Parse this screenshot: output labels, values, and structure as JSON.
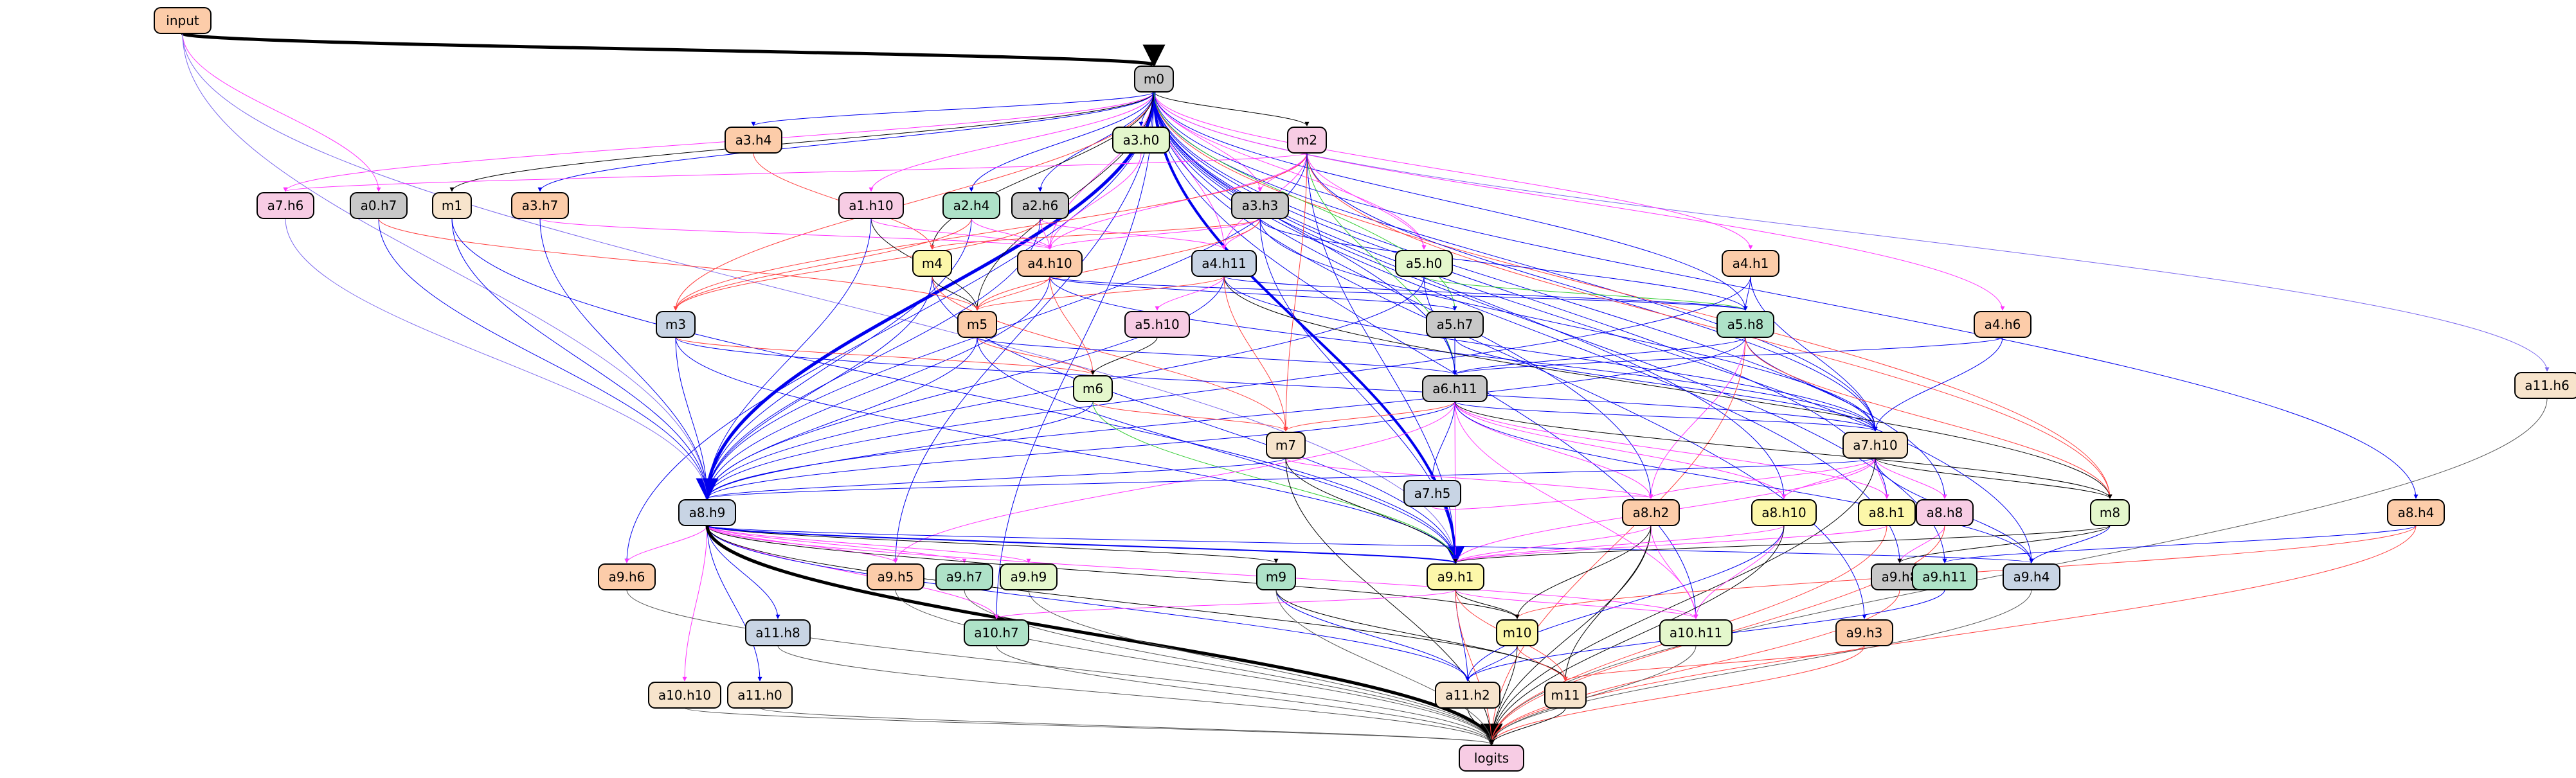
{
  "colors": {
    "peach": "#fccca9",
    "gray": "#c8c8c8",
    "pink": "#f7cce4",
    "tan": "#f7e4cc",
    "mint": "#aee2c8",
    "lightgreen": "#e4f7cc",
    "yellow": "#fcf7a9",
    "steel": "#c8d4e4",
    "blue": "#0000ee",
    "violet": "#7b68ee",
    "magenta": "#ff33ff",
    "red": "#ff4040",
    "green": "#33cc33",
    "darkgray": "#555555",
    "black": "#000000"
  },
  "nodes": [
    {
      "id": "input",
      "label": "input",
      "color": "peach"
    },
    {
      "id": "m0",
      "label": "m0",
      "color": "gray"
    },
    {
      "id": "a3h4",
      "label": "a3.h4",
      "color": "peach"
    },
    {
      "id": "a3h0",
      "label": "a3.h0",
      "color": "lightgreen"
    },
    {
      "id": "m2",
      "label": "m2",
      "color": "pink"
    },
    {
      "id": "a11h6",
      "label": "a11.h6",
      "color": "tan"
    },
    {
      "id": "a7h6",
      "label": "a7.h6",
      "color": "pink"
    },
    {
      "id": "a0h7",
      "label": "a0.h7",
      "color": "gray"
    },
    {
      "id": "m1",
      "label": "m1",
      "color": "tan"
    },
    {
      "id": "a3h7",
      "label": "a3.h7",
      "color": "peach"
    },
    {
      "id": "a1h10",
      "label": "a1.h10",
      "color": "pink"
    },
    {
      "id": "a2h4",
      "label": "a2.h4",
      "color": "mint"
    },
    {
      "id": "a2h6",
      "label": "a2.h6",
      "color": "gray"
    },
    {
      "id": "a3h3",
      "label": "a3.h3",
      "color": "gray"
    },
    {
      "id": "a5h0",
      "label": "a5.h0",
      "color": "lightgreen"
    },
    {
      "id": "a4h1",
      "label": "a4.h1",
      "color": "peach"
    },
    {
      "id": "m4",
      "label": "m4",
      "color": "yellow"
    },
    {
      "id": "a4h10",
      "label": "a4.h10",
      "color": "peach"
    },
    {
      "id": "a4h11",
      "label": "a4.h11",
      "color": "steel"
    },
    {
      "id": "m3",
      "label": "m3",
      "color": "steel"
    },
    {
      "id": "m5",
      "label": "m5",
      "color": "peach"
    },
    {
      "id": "a5h10",
      "label": "a5.h10",
      "color": "pink"
    },
    {
      "id": "a5h7",
      "label": "a5.h7",
      "color": "gray"
    },
    {
      "id": "a5h8",
      "label": "a5.h8",
      "color": "mint"
    },
    {
      "id": "a4h6",
      "label": "a4.h6",
      "color": "peach"
    },
    {
      "id": "m6",
      "label": "m6",
      "color": "lightgreen"
    },
    {
      "id": "a6h11",
      "label": "a6.h11",
      "color": "gray"
    },
    {
      "id": "m7",
      "label": "m7",
      "color": "tan"
    },
    {
      "id": "a7h5",
      "label": "a7.h5",
      "color": "steel"
    },
    {
      "id": "a7h10",
      "label": "a7.h10",
      "color": "tan"
    },
    {
      "id": "a8h9",
      "label": "a8.h9",
      "color": "steel"
    },
    {
      "id": "a8h2",
      "label": "a8.h2",
      "color": "peach"
    },
    {
      "id": "a8h10",
      "label": "a8.h10",
      "color": "yellow"
    },
    {
      "id": "a8h1",
      "label": "a8.h1",
      "color": "yellow"
    },
    {
      "id": "a8h8",
      "label": "a8.h8",
      "color": "pink"
    },
    {
      "id": "m8",
      "label": "m8",
      "color": "lightgreen"
    },
    {
      "id": "a8h4",
      "label": "a8.h4",
      "color": "peach"
    },
    {
      "id": "a9h6",
      "label": "a9.h6",
      "color": "peach"
    },
    {
      "id": "a9h5",
      "label": "a9.h5",
      "color": "peach"
    },
    {
      "id": "a9h7",
      "label": "a9.h7",
      "color": "mint"
    },
    {
      "id": "a9h9",
      "label": "a9.h9",
      "color": "lightgreen"
    },
    {
      "id": "m9",
      "label": "m9",
      "color": "mint"
    },
    {
      "id": "a9h1",
      "label": "a9.h1",
      "color": "yellow"
    },
    {
      "id": "a9h8",
      "label": "a9.h8",
      "color": "gray"
    },
    {
      "id": "a9h11",
      "label": "a9.h11",
      "color": "mint"
    },
    {
      "id": "a9h4",
      "label": "a9.h4",
      "color": "steel"
    },
    {
      "id": "a11h8",
      "label": "a11.h8",
      "color": "steel"
    },
    {
      "id": "a10h7",
      "label": "a10.h7",
      "color": "mint"
    },
    {
      "id": "m10",
      "label": "m10",
      "color": "yellow"
    },
    {
      "id": "a10h11",
      "label": "a10.h11",
      "color": "lightgreen"
    },
    {
      "id": "a9h3",
      "label": "a9.h3",
      "color": "peach"
    },
    {
      "id": "a10h10",
      "label": "a10.h10",
      "color": "tan"
    },
    {
      "id": "a11h0",
      "label": "a11.h0",
      "color": "tan"
    },
    {
      "id": "a11h2",
      "label": "a11.h2",
      "color": "tan"
    },
    {
      "id": "m11",
      "label": "m11",
      "color": "tan"
    },
    {
      "id": "logits",
      "label": "logits",
      "color": "pink"
    }
  ],
  "edges": [
    [
      "input",
      "m0",
      "black",
      5
    ],
    [
      "input",
      "a0h7",
      "magenta",
      1
    ],
    [
      "input",
      "a8h9",
      "violet",
      1
    ],
    [
      "input",
      "a9h1",
      "violet",
      1
    ],
    [
      "m0",
      "a3h4",
      "blue",
      1
    ],
    [
      "m0",
      "a3h0",
      "blue",
      1
    ],
    [
      "m0",
      "m2",
      "black",
      1
    ],
    [
      "m0",
      "a11h6",
      "violet",
      1
    ],
    [
      "m0",
      "a7h6",
      "magenta",
      1
    ],
    [
      "m0",
      "m1",
      "black",
      1
    ],
    [
      "m0",
      "a3h7",
      "blue",
      1
    ],
    [
      "m0",
      "a1h10",
      "magenta",
      1
    ],
    [
      "m0",
      "a2h4",
      "blue",
      1
    ],
    [
      "m0",
      "a2h6",
      "blue",
      1
    ],
    [
      "m0",
      "a3h3",
      "magenta",
      1
    ],
    [
      "m0",
      "a5h0",
      "magenta",
      1
    ],
    [
      "m0",
      "a4h1",
      "magenta",
      1
    ],
    [
      "m0",
      "a4h10",
      "magenta",
      1
    ],
    [
      "m0",
      "a4h11",
      "magenta",
      1
    ],
    [
      "m0",
      "m3",
      "red",
      1
    ],
    [
      "m0",
      "a5h8",
      "blue",
      1
    ],
    [
      "m0",
      "a4h6",
      "magenta",
      1
    ],
    [
      "m0",
      "a6h11",
      "blue",
      1
    ],
    [
      "m0",
      "a7h10",
      "blue",
      1
    ],
    [
      "m0",
      "a8h9",
      "blue",
      5
    ],
    [
      "m0",
      "a8h2",
      "blue",
      1
    ],
    [
      "m0",
      "a8h10",
      "blue",
      1
    ],
    [
      "m0",
      "a8h1",
      "blue",
      1
    ],
    [
      "m0",
      "a8h8",
      "blue",
      1
    ],
    [
      "m0",
      "m8",
      "red",
      1
    ],
    [
      "m0",
      "a8h4",
      "blue",
      1
    ],
    [
      "m0",
      "a9h6",
      "blue",
      1
    ],
    [
      "m0",
      "a9h5",
      "blue",
      1
    ],
    [
      "m0",
      "a9h1",
      "blue",
      4
    ],
    [
      "m0",
      "a9h8",
      "blue",
      1
    ],
    [
      "m0",
      "a9h11",
      "blue",
      1
    ],
    [
      "m0",
      "a9h4",
      "blue",
      1
    ],
    [
      "m0",
      "a10h7",
      "blue",
      1
    ],
    [
      "m0",
      "a10h11",
      "blue",
      1
    ],
    [
      "m0",
      "a9h3",
      "blue",
      1
    ],
    [
      "m0",
      "m4",
      "black",
      1
    ],
    [
      "m0",
      "m5",
      "black",
      1
    ],
    [
      "m0",
      "a5h7",
      "green",
      1
    ],
    [
      "a3h4",
      "m4",
      "red",
      1
    ],
    [
      "a3h0",
      "a4h10",
      "magenta",
      1
    ],
    [
      "m2",
      "a3h3",
      "magenta",
      1
    ],
    [
      "m2",
      "a4h10",
      "magenta",
      1
    ],
    [
      "m2",
      "a4h11",
      "magenta",
      1
    ],
    [
      "m2",
      "a5h0",
      "magenta",
      1
    ],
    [
      "m2",
      "m3",
      "red",
      1
    ],
    [
      "m2",
      "a6h11",
      "green",
      1
    ],
    [
      "m2",
      "a7h10",
      "blue",
      1
    ],
    [
      "m2",
      "m8",
      "red",
      1
    ],
    [
      "m2",
      "a8h9",
      "blue",
      1
    ],
    [
      "m2",
      "m7",
      "red",
      1
    ],
    [
      "m2",
      "a9h1",
      "blue",
      1
    ],
    [
      "m2",
      "a7h6",
      "magenta",
      1
    ],
    [
      "a11h6",
      "logits",
      "darkgray",
      1
    ],
    [
      "a7h6",
      "a8h9",
      "violet",
      1
    ],
    [
      "a0h7",
      "a8h9",
      "blue",
      1
    ],
    [
      "a0h7",
      "m5",
      "red",
      1
    ],
    [
      "m1",
      "a8h9",
      "blue",
      1
    ],
    [
      "m1",
      "a9h1",
      "blue",
      1
    ],
    [
      "a3h7",
      "a8h9",
      "blue",
      1
    ],
    [
      "a3h7",
      "a4h10",
      "magenta",
      1
    ],
    [
      "a1h10",
      "a4h10",
      "magenta",
      1
    ],
    [
      "a1h10",
      "m5",
      "black",
      1
    ],
    [
      "a1h10",
      "a8h9",
      "blue",
      1
    ],
    [
      "a2h4",
      "a4h10",
      "magenta",
      1
    ],
    [
      "a2h4",
      "a8h9",
      "blue",
      1
    ],
    [
      "a2h4",
      "m3",
      "red",
      1
    ],
    [
      "a2h6",
      "a4h10",
      "magenta",
      1
    ],
    [
      "a2h6",
      "a4h11",
      "magenta",
      1
    ],
    [
      "a2h6",
      "m3",
      "red",
      1
    ],
    [
      "a2h6",
      "a8h9",
      "blue",
      1
    ],
    [
      "a3h3",
      "m4",
      "red",
      1
    ],
    [
      "a3h3",
      "a4h10",
      "magenta",
      1
    ],
    [
      "a3h3",
      "a4h11",
      "magenta",
      1
    ],
    [
      "a3h3",
      "m5",
      "red",
      1
    ],
    [
      "a3h3",
      "a5h8",
      "blue",
      1
    ],
    [
      "a3h3",
      "a7h10",
      "blue",
      1
    ],
    [
      "a3h3",
      "a9h1",
      "blue",
      1
    ],
    [
      "a5h0",
      "a5h8",
      "green",
      1
    ],
    [
      "a5h0",
      "a6h11",
      "blue",
      1
    ],
    [
      "a5h0",
      "a8h9",
      "blue",
      1
    ],
    [
      "a4h1",
      "a5h8",
      "blue",
      1
    ],
    [
      "a4h1",
      "a7h10",
      "blue",
      1
    ],
    [
      "a4h1",
      "a8h9",
      "blue",
      1
    ],
    [
      "m4",
      "m5",
      "black",
      1
    ],
    [
      "m4",
      "a8h9",
      "blue",
      1
    ],
    [
      "m4",
      "a9h1",
      "blue",
      1
    ],
    [
      "m4",
      "m7",
      "red",
      1
    ],
    [
      "a4h10",
      "m5",
      "red",
      1
    ],
    [
      "a4h10",
      "a5h7",
      "blue",
      1
    ],
    [
      "a4h10",
      "a5h8",
      "blue",
      1
    ],
    [
      "a4h10",
      "a8h9",
      "blue",
      1
    ],
    [
      "a4h10",
      "a7h10",
      "blue",
      1
    ],
    [
      "a4h10",
      "m6",
      "red",
      1
    ],
    [
      "a4h11",
      "m5",
      "red",
      1
    ],
    [
      "a4h11",
      "a5h10",
      "magenta",
      1
    ],
    [
      "a4h11",
      "a5h8",
      "blue",
      1
    ],
    [
      "a4h11",
      "a7h10",
      "blue",
      1
    ],
    [
      "a4h11",
      "a8h9",
      "blue",
      1
    ],
    [
      "a4h11",
      "m8",
      "black",
      1
    ],
    [
      "a4h11",
      "m7",
      "red",
      1
    ],
    [
      "m3",
      "m6",
      "red",
      1
    ],
    [
      "m3",
      "a8h9",
      "blue",
      1
    ],
    [
      "m3",
      "a9h1",
      "blue",
      1
    ],
    [
      "m3",
      "a7h10",
      "blue",
      1
    ],
    [
      "m5",
      "m6",
      "red",
      1
    ],
    [
      "m5",
      "a6h11",
      "blue",
      1
    ],
    [
      "m5",
      "a8h9",
      "blue",
      1
    ],
    [
      "m5",
      "a9h1",
      "blue",
      1
    ],
    [
      "a5h10",
      "m6",
      "black",
      1
    ],
    [
      "a5h7",
      "a6h11",
      "blue",
      1
    ],
    [
      "a5h7",
      "a7h10",
      "blue",
      1
    ],
    [
      "a5h8",
      "a6h11",
      "blue",
      1
    ],
    [
      "a5h8",
      "a7h10",
      "blue",
      1
    ],
    [
      "a5h8",
      "a8h2",
      "magenta",
      1
    ],
    [
      "a5h8",
      "a8h9",
      "blue",
      1
    ],
    [
      "a5h8",
      "m8",
      "red",
      1
    ],
    [
      "a5h8",
      "logits",
      "red",
      1
    ],
    [
      "a4h6",
      "a6h11",
      "blue",
      1
    ],
    [
      "a4h6",
      "a7h10",
      "blue",
      1
    ],
    [
      "m6",
      "m7",
      "red",
      1
    ],
    [
      "m6",
      "a8h9",
      "blue",
      1
    ],
    [
      "m6",
      "a9h1",
      "green",
      1
    ],
    [
      "a6h11",
      "m7",
      "red",
      1
    ],
    [
      "a6h11",
      "a7h5",
      "blue",
      1
    ],
    [
      "a6h11",
      "a7h10",
      "blue",
      1
    ],
    [
      "a6h11",
      "a8h2",
      "magenta",
      1
    ],
    [
      "a6h11",
      "a8h10",
      "magenta",
      1
    ],
    [
      "a6h11",
      "a8h1",
      "magenta",
      1
    ],
    [
      "a6h11",
      "a8h9",
      "blue",
      1
    ],
    [
      "a6h11",
      "a9h1",
      "magenta",
      1
    ],
    [
      "a6h11",
      "a9h5",
      "magenta",
      1
    ],
    [
      "a6h11",
      "a9h4",
      "blue",
      1
    ],
    [
      "a6h11",
      "a10h11",
      "magenta",
      1
    ],
    [
      "a6h11",
      "m8",
      "black",
      1
    ],
    [
      "m7",
      "a8h9",
      "blue",
      1
    ],
    [
      "m7",
      "a8h2",
      "magenta",
      1
    ],
    [
      "m7",
      "a9h1",
      "black",
      1
    ],
    [
      "m7",
      "logits",
      "black",
      1
    ],
    [
      "a7h5",
      "a8h2",
      "magenta",
      1
    ],
    [
      "a7h10",
      "a8h2",
      "magenta",
      1
    ],
    [
      "a7h10",
      "a8h10",
      "magenta",
      1
    ],
    [
      "a7h10",
      "a8h1",
      "magenta",
      1
    ],
    [
      "a7h10",
      "a8h8",
      "magenta",
      1
    ],
    [
      "a7h10",
      "m8",
      "black",
      1
    ],
    [
      "a7h10",
      "a9h4",
      "blue",
      1
    ],
    [
      "a7h10",
      "a9h1",
      "magenta",
      1
    ],
    [
      "a7h10",
      "a8h9",
      "blue",
      1
    ],
    [
      "a7h10",
      "logits",
      "black",
      1
    ],
    [
      "a8h9",
      "a9h6",
      "magenta",
      1
    ],
    [
      "a8h9",
      "a9h5",
      "magenta",
      1
    ],
    [
      "a8h9",
      "a9h7",
      "magenta",
      1
    ],
    [
      "a8h9",
      "a9h9",
      "magenta",
      1
    ],
    [
      "a8h9",
      "m9",
      "black",
      1
    ],
    [
      "a8h9",
      "a9h1",
      "blue",
      2
    ],
    [
      "a8h9",
      "a11h8",
      "blue",
      1
    ],
    [
      "a8h9",
      "a10h7",
      "magenta",
      1
    ],
    [
      "a8h9",
      "a10h10",
      "magenta",
      1
    ],
    [
      "a8h9",
      "a11h0",
      "blue",
      1
    ],
    [
      "a8h9",
      "m10",
      "black",
      1
    ],
    [
      "a8h9",
      "a10h11",
      "magenta",
      1
    ],
    [
      "a8h9",
      "a11h2",
      "blue",
      1
    ],
    [
      "a8h9",
      "m11",
      "black",
      1
    ],
    [
      "a8h9",
      "a9h4",
      "blue",
      1
    ],
    [
      "a8h9",
      "logits",
      "black",
      5
    ],
    [
      "a8h2",
      "a9h1",
      "magenta",
      1
    ],
    [
      "a8h2",
      "m10",
      "black",
      1
    ],
    [
      "a8h2",
      "m11",
      "black",
      1
    ],
    [
      "a8h2",
      "a10h11",
      "magenta",
      1
    ],
    [
      "a8h2",
      "logits",
      "black",
      1
    ],
    [
      "a8h10",
      "a9h1",
      "magenta",
      1
    ],
    [
      "a8h10",
      "a10h11",
      "magenta",
      1
    ],
    [
      "a8h10",
      "a11h2",
      "blue",
      1
    ],
    [
      "a8h10",
      "logits",
      "black",
      1
    ],
    [
      "a8h1",
      "a9h1",
      "magenta",
      1
    ],
    [
      "a8h1",
      "logits",
      "red",
      1
    ],
    [
      "a8h8",
      "a9h8",
      "magenta",
      1
    ],
    [
      "a8h8",
      "logits",
      "red",
      1
    ],
    [
      "m8",
      "a9h4",
      "blue",
      1
    ],
    [
      "m8",
      "a9h1",
      "black",
      1
    ],
    [
      "m8",
      "a9h8",
      "black",
      1
    ],
    [
      "a8h4",
      "a9h11",
      "blue",
      1
    ],
    [
      "a8h4",
      "m10",
      "red",
      1
    ],
    [
      "a8h4",
      "logits",
      "red",
      1
    ],
    [
      "a9h6",
      "logits",
      "darkgray",
      1
    ],
    [
      "a9h5",
      "logits",
      "darkgray",
      1
    ],
    [
      "a9h7",
      "logits",
      "darkgray",
      1
    ],
    [
      "a9h9",
      "logits",
      "darkgray",
      1
    ],
    [
      "m9",
      "a11h2",
      "blue",
      1
    ],
    [
      "m9",
      "m11",
      "black",
      1
    ],
    [
      "m9",
      "logits",
      "darkgray",
      1
    ],
    [
      "a9h1",
      "m10",
      "black",
      1
    ],
    [
      "a9h1",
      "a10h7",
      "magenta",
      1
    ],
    [
      "a9h1",
      "a10h11",
      "magenta",
      1
    ],
    [
      "a9h1",
      "a11h2",
      "blue",
      1
    ],
    [
      "a9h1",
      "m11",
      "red",
      1
    ],
    [
      "a9h1",
      "logits",
      "red",
      1
    ],
    [
      "a9h8",
      "logits",
      "red",
      1
    ],
    [
      "a9h11",
      "a11h2",
      "blue",
      1
    ],
    [
      "a9h4",
      "logits",
      "darkgray",
      1
    ],
    [
      "a11h8",
      "logits",
      "darkgray",
      1
    ],
    [
      "a10h7",
      "logits",
      "darkgray",
      1
    ],
    [
      "m10",
      "a11h2",
      "blue",
      1
    ],
    [
      "m10",
      "m11",
      "red",
      1
    ],
    [
      "m10",
      "logits",
      "black",
      1
    ],
    [
      "a10h11",
      "logits",
      "darkgray",
      1
    ],
    [
      "a9h3",
      "m11",
      "red",
      1
    ],
    [
      "a9h3",
      "logits",
      "red",
      1
    ],
    [
      "a10h10",
      "logits",
      "darkgray",
      1
    ],
    [
      "a11h0",
      "logits",
      "darkgray",
      1
    ],
    [
      "a11h2",
      "logits",
      "black",
      1
    ],
    [
      "m11",
      "logits",
      "black",
      1
    ]
  ]
}
